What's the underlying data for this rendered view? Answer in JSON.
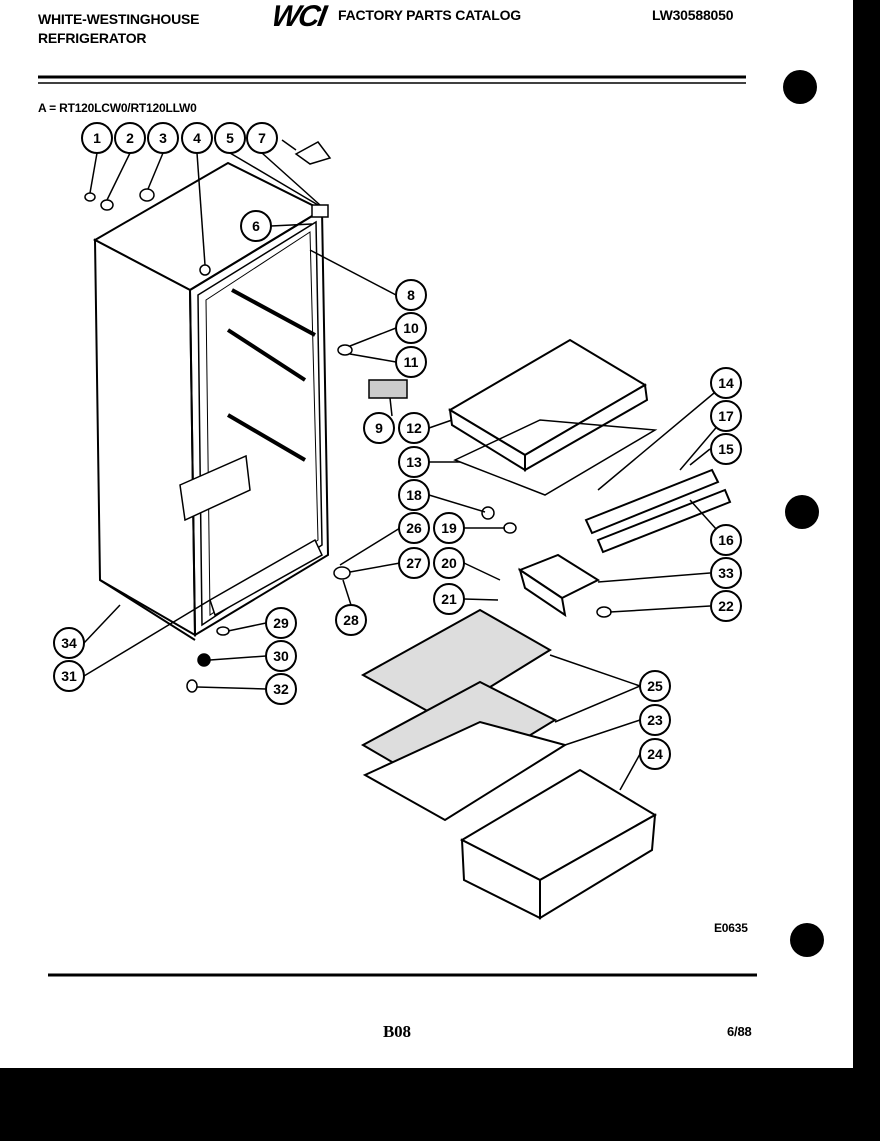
{
  "header": {
    "brand_line1": "WHITE-WESTINGHOUSE",
    "brand_line2": "REFRIGERATOR",
    "logo_text": "WCI",
    "catalog_title": "FACTORY PARTS CATALOG",
    "catalog_number": "LW30588050",
    "model_line": "A = RT120LCW0/RT120LLW0"
  },
  "diagram": {
    "drawing_code": "E0635",
    "callouts": [
      {
        "label": "1"
      },
      {
        "label": "2"
      },
      {
        "label": "3"
      },
      {
        "label": "4"
      },
      {
        "label": "5"
      },
      {
        "label": "7"
      },
      {
        "label": "6"
      },
      {
        "label": "8"
      },
      {
        "label": "10"
      },
      {
        "label": "11"
      },
      {
        "label": "9"
      },
      {
        "label": "12"
      },
      {
        "label": "13"
      },
      {
        "label": "14"
      },
      {
        "label": "17"
      },
      {
        "label": "15"
      },
      {
        "label": "16"
      },
      {
        "label": "18"
      },
      {
        "label": "19"
      },
      {
        "label": "26"
      },
      {
        "label": "27"
      },
      {
        "label": "20"
      },
      {
        "label": "21"
      },
      {
        "label": "33"
      },
      {
        "label": "22"
      },
      {
        "label": "28"
      },
      {
        "label": "29"
      },
      {
        "label": "30"
      },
      {
        "label": "31"
      },
      {
        "label": "32"
      },
      {
        "label": "34"
      },
      {
        "label": "25"
      },
      {
        "label": "23"
      },
      {
        "label": "24"
      }
    ]
  },
  "footer": {
    "page_code": "B08",
    "date": "6/88"
  }
}
